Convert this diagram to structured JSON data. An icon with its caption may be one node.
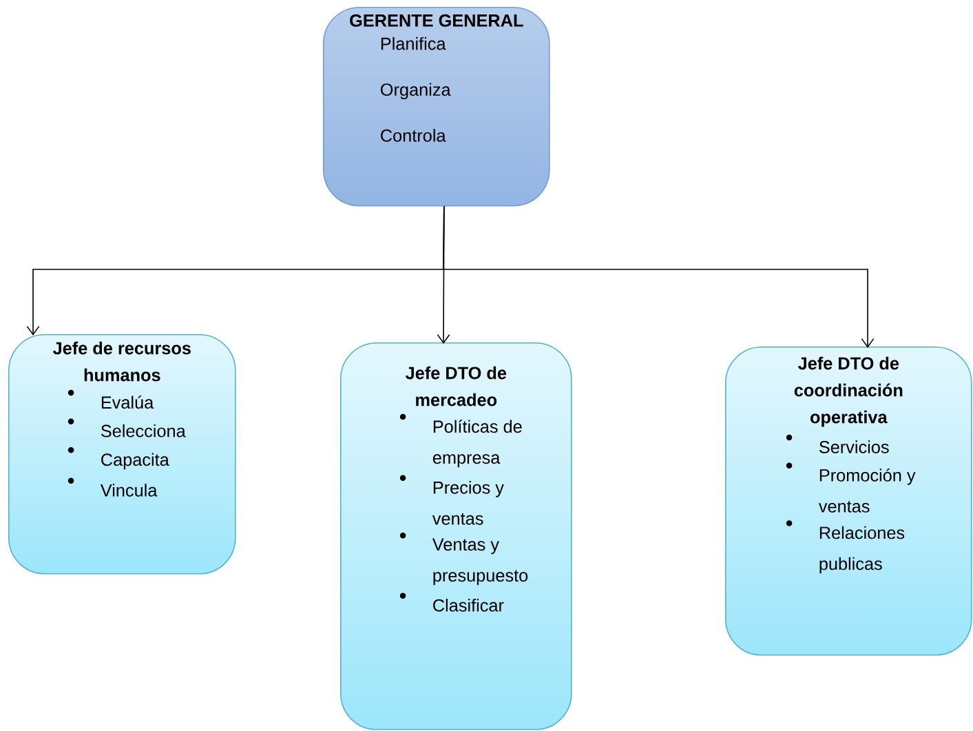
{
  "diagram": {
    "nodes": [
      {
        "text": [
          "GERENTE GENERAL",
          "Planifica",
          "Organiza",
          "Controla"
        ]
      },
      {
        "text": [
          "Jefe de recursos humanos",
          "Evalúa",
          "Selecciona",
          "Capacita",
          "Vincula"
        ]
      },
      {
        "text": [
          "Jefe DTO de mercadeo",
          "Políticas de empresa",
          "Precios y ventas",
          "Ventas y presupuesto",
          "Clasificar"
        ]
      },
      {
        "text": [
          "Jefe DTO de coordinación operativa",
          "Servicios",
          "Promoción y ventas",
          "Relaciones publicas"
        ]
      }
    ],
    "edges": [
      {
        "from": 0,
        "to": 1,
        "arrow": "to"
      },
      {
        "from": 0,
        "to": 2,
        "arrow": "to"
      },
      {
        "from": 0,
        "to": 3,
        "arrow": "to"
      }
    ]
  }
}
